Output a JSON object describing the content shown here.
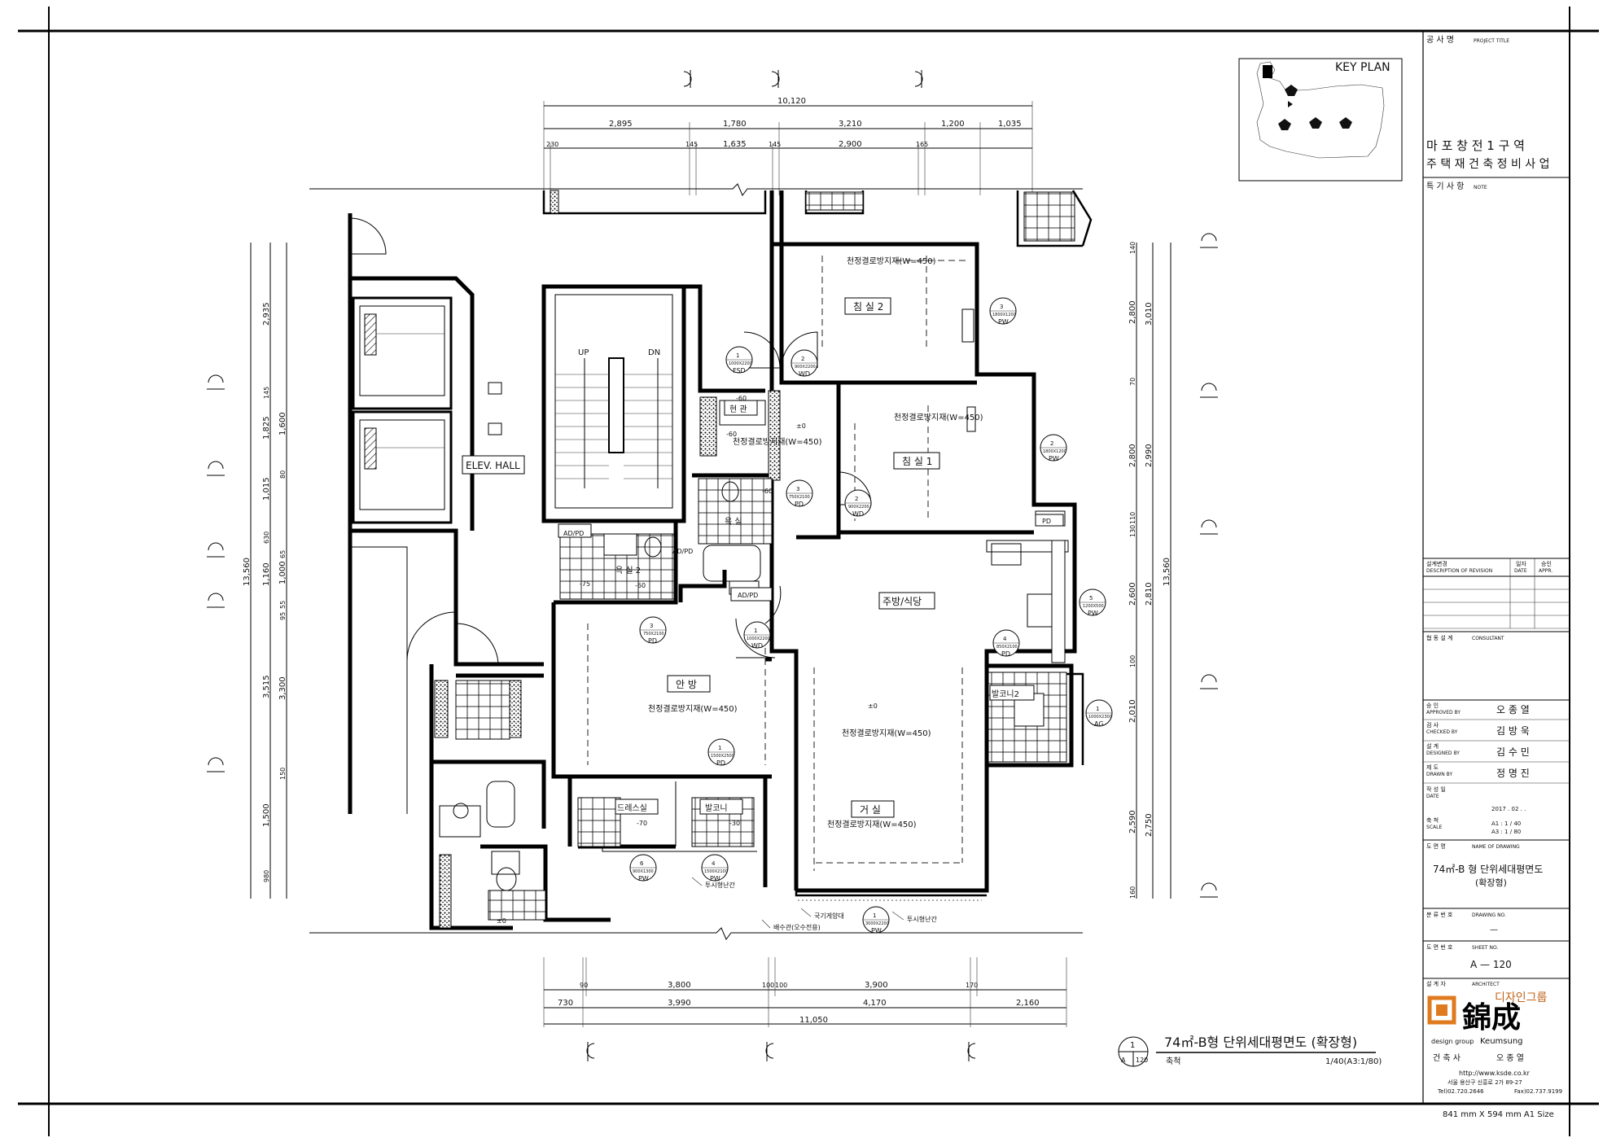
{
  "project": {
    "title_label": "공 사 명",
    "title_label_en": "PROJECT TITLE",
    "name_line1": "마 포 창 전  1 구 역",
    "name_line2": "주 택 재 건 축 정 비 사 업",
    "note_label": "특 기 사 항",
    "note_label_en": "NOTE"
  },
  "key_plan": {
    "title": "KEY PLAN"
  },
  "revision": {
    "label": "설계변경",
    "label_en": "DESCRIPTION OF REVISION",
    "date_label": "일자",
    "date_label_en": "DATE",
    "appr_label": "승인",
    "appr_label_en": "APPR."
  },
  "consultant": {
    "label": "협 동 설 계",
    "label_en": "CONSULTANT"
  },
  "signoff": [
    {
      "ko": "승    인",
      "en": "APPROVED BY",
      "name": "오 종 열"
    },
    {
      "ko": "검    사",
      "en": "CHECKED BY",
      "name": "김 방 욱"
    },
    {
      "ko": "설    계",
      "en": "DESIGNED BY",
      "name": "김 수 민"
    },
    {
      "ko": "제    도",
      "en": "DRAWN  BY",
      "name": "정 명 진"
    }
  ],
  "date": {
    "ko": "작 성 일",
    "en": "DATE",
    "value": "2017 . 02 .   ."
  },
  "scale": {
    "ko": "축    척",
    "en": "SCALE",
    "a1": "A1   :  1 / 40",
    "a3": "A3   :  1 / 80"
  },
  "drawing_name": {
    "ko": "도 면 명",
    "en": "NAME OF DRAWING",
    "line1": "74㎡-B 형 단위세대평면도",
    "line2": "(확장형)"
  },
  "drawing_no": {
    "ko": "분 류 번 호",
    "en": "DRAWING  NO.",
    "value": "—"
  },
  "sheet_no": {
    "ko": "도 면 번 호",
    "en": "SHEET  NO.",
    "value": "A  — 120"
  },
  "architect": {
    "ko": "설 계 자",
    "en": "ARCHITECT",
    "group_ko": "디자인그룹",
    "brand": "錦成",
    "group_en": "design group",
    "brand_en": "Keumsung",
    "person_label": "건 축 사",
    "person": "오 종 열",
    "url": "http://www.ksde.co.kr",
    "address": "서울 용산구 신흥로 2가 89-27",
    "tel": "Tel)02.720.2646",
    "fax": "Fax)02.737.9199"
  },
  "paper_size": "841 mm X 594 mm  A1 Size",
  "plan_title": {
    "number": "1",
    "sheet": "A",
    "sheet_no": "120",
    "title": "74㎡-B형 단위세대평면도 (확장형)",
    "scale_label": "축척",
    "scale": "1/40(A3:1/80)"
  },
  "rooms": [
    {
      "key": "bedroom2",
      "label": "침 실 2"
    },
    {
      "key": "bedroom1",
      "label": "침 실 1"
    },
    {
      "key": "entry",
      "label": "현 관"
    },
    {
      "key": "bath1",
      "label": "욕 실"
    },
    {
      "key": "bath2",
      "label": "욕 실 2"
    },
    {
      "key": "master",
      "label": "안 방"
    },
    {
      "key": "kitchen",
      "label": "주방/식당"
    },
    {
      "key": "living",
      "label": "거 실"
    },
    {
      "key": "dress",
      "label": "드레스실"
    },
    {
      "key": "balcony1",
      "label": "발코니"
    },
    {
      "key": "balcony2",
      "label": "발코니2"
    },
    {
      "key": "elev",
      "label": "ELEV. HALL"
    }
  ],
  "notes": {
    "ceiling": "천정결로방지재(W=450)",
    "level": "±0",
    "m60": "-60",
    "m75": "-75",
    "m70": "-70",
    "m30": "-30",
    "up": "UP",
    "dn": "DN",
    "adpd": "AD/PD",
    "pd": "PD",
    "vent": "투시형난간",
    "boiler": "국기게양대",
    "drain": "배수관(오수전용)"
  },
  "tags": [
    {
      "num": "1",
      "size": "1000X2200",
      "type": "FSD"
    },
    {
      "num": "2",
      "size": "900X2200",
      "type": "WD"
    },
    {
      "num": "3",
      "size": "1800X1200",
      "type": "PW"
    },
    {
      "num": "2",
      "size": "1800X1200",
      "type": "PW"
    },
    {
      "num": "3",
      "size": "750X2100",
      "type": "PD"
    },
    {
      "num": "2",
      "size": "900X2200",
      "type": "WD"
    },
    {
      "num": "3",
      "size": "750X2100",
      "type": "PD"
    },
    {
      "num": "1",
      "size": "1000X2200",
      "type": "WD"
    },
    {
      "num": "5",
      "size": "1200X500",
      "type": "PW"
    },
    {
      "num": "4",
      "size": "850X2100",
      "type": "PD"
    },
    {
      "num": "1",
      "size": "1000X2300",
      "type": "AG"
    },
    {
      "num": "1",
      "size": "1500X2500",
      "type": "PD"
    },
    {
      "num": "6",
      "size": "900X1300",
      "type": "PW"
    },
    {
      "num": "4",
      "size": "1500X2100",
      "type": "PW"
    },
    {
      "num": "1",
      "size": "3000X2200",
      "type": "PW"
    }
  ],
  "dims": {
    "top_total": "10,120",
    "top_row1": [
      "2,895",
      "1,780",
      "3,210",
      "1,200",
      "1,035"
    ],
    "top_row2": [
      "230",
      "145",
      "1,635",
      "145",
      "2,900",
      "165"
    ],
    "bottom_row1": [
      "90",
      "3,800",
      "100",
      "100",
      "3,900",
      "170"
    ],
    "bottom_row2": [
      "730",
      "3,990",
      "4,170",
      "2,160"
    ],
    "bottom_total": "11,050",
    "left_total": "13,560",
    "left_row": [
      "2,935",
      "145",
      "1,825",
      "1,600",
      "80",
      "1,015",
      "630",
      "65",
      "1,160",
      "1,000",
      "55",
      "95",
      "3,515",
      "3,300",
      "150",
      "1,500",
      "980"
    ],
    "right_total": "13,560",
    "right_row1": [
      "140",
      "2,800",
      "70",
      "2,800",
      "110",
      "130",
      "2,600",
      "100",
      "2,010",
      "2,590",
      "160"
    ],
    "right_row2": [
      "3,010",
      "2,990",
      "2,810",
      "2,750"
    ]
  }
}
